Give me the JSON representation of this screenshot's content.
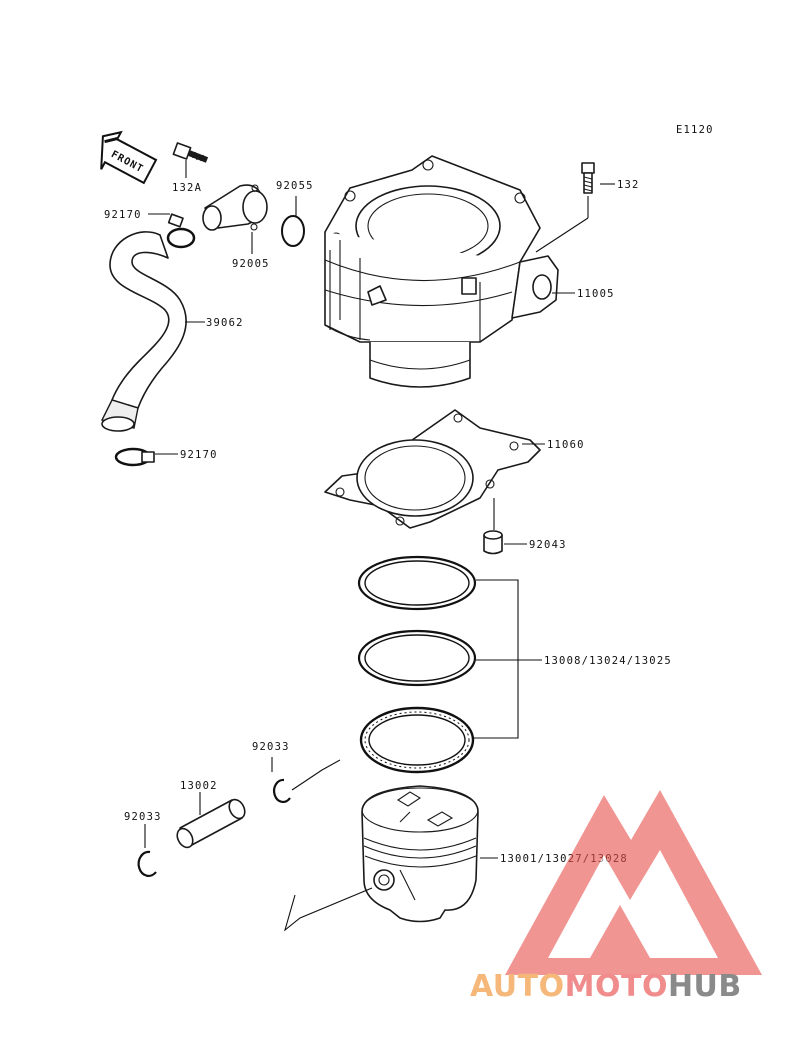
{
  "diagram_code": "E1120",
  "front_label": "FRONT",
  "parts": {
    "p132a": "132A",
    "p92170_top": "92170",
    "p92055": "92055",
    "p92005": "92005",
    "p39062": "39062",
    "p92170_bottom": "92170",
    "p132": "132",
    "p11005": "11005",
    "p11060": "11060",
    "p92043": "92043",
    "p_rings": "13008/13024/13025",
    "p92033_right": "92033",
    "p13002": "13002",
    "p92033_left": "92033",
    "p_piston": "13001/13027/13028"
  },
  "watermark": {
    "part1": "AUTO",
    "part2": "MOTO",
    "part3": "HUB",
    "color1": "#f5b87a",
    "color2": "#f08c8c",
    "color3": "#8a8a8a"
  }
}
